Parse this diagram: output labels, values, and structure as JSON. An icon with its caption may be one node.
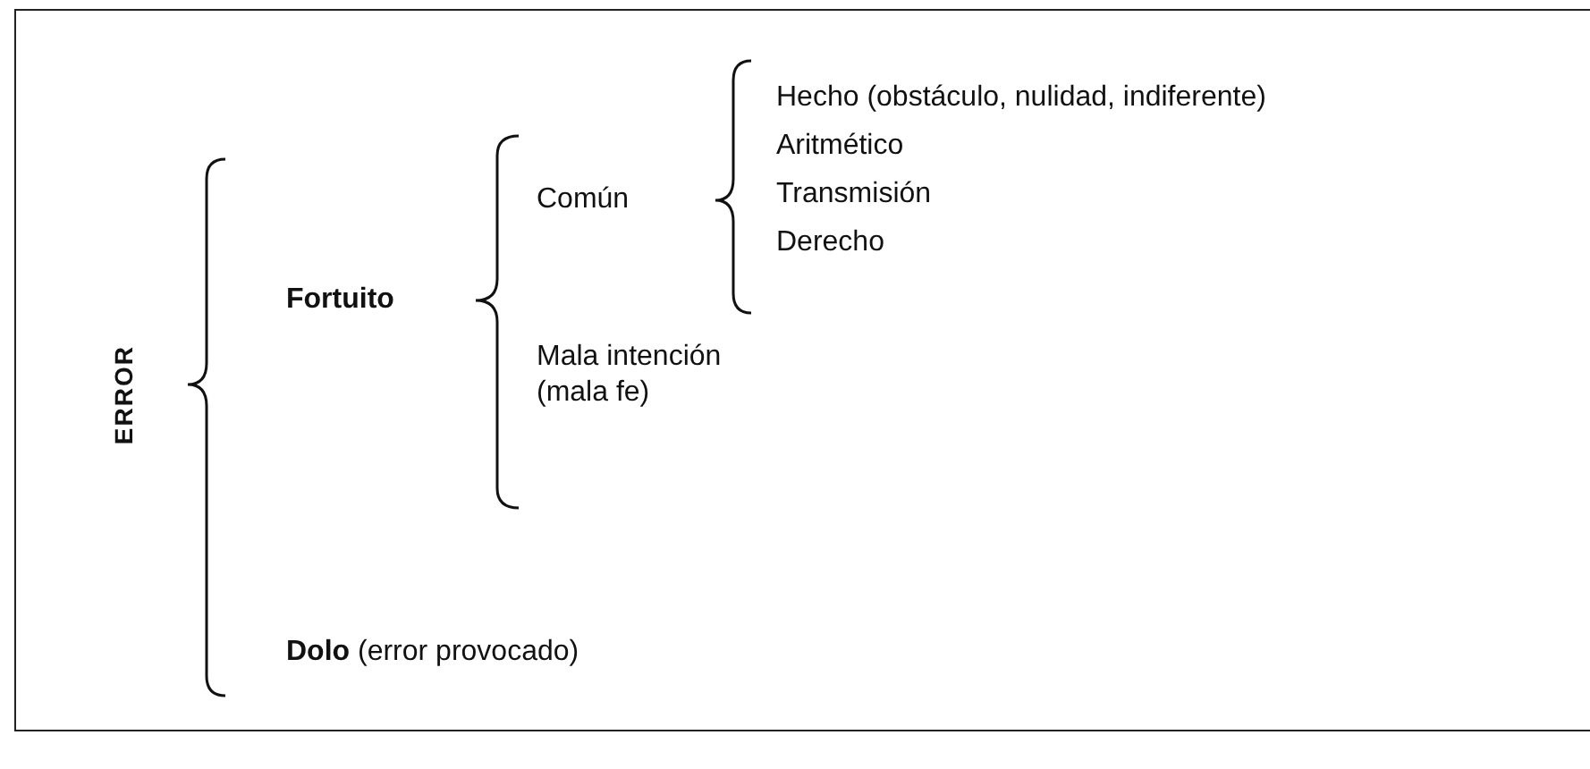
{
  "diagram": {
    "labels": [
      "ERROR",
      "Fortuito",
      "Común",
      "Hecho (obstáculo, nulidad, indiferente)",
      "Aritmético",
      "Transmisión",
      "Derecho",
      "Mala intención (mala fe)",
      "**Dolo** (error provocado)"
    ]
  }
}
